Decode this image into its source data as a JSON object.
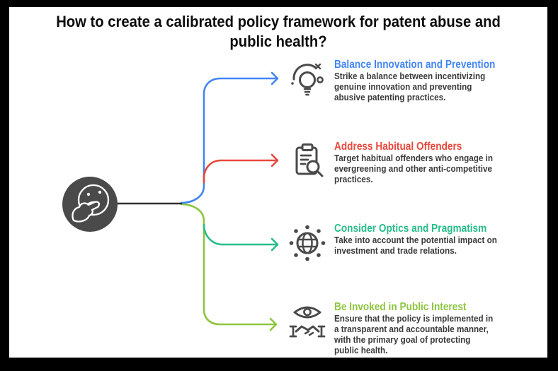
{
  "title": {
    "lines": [
      "How to create a calibrated policy framework for patent abuse and",
      "public health?"
    ],
    "full": "How to create a calibrated policy framework for patent abuse and public health?"
  },
  "colors": {
    "blue": "#4285F4",
    "red": "#E8483D",
    "teal": "#27BD8B",
    "green": "#8DC63F",
    "icon_gray": "#4A4A4A",
    "node_gray": "#4A4A4A",
    "connector_black": "#2F2F2F",
    "body_text": "#3A3A3A",
    "title_text": "#0B0B0B"
  },
  "center_node": {
    "icon": "thinking-face-icon"
  },
  "branches": [
    {
      "heading": "Balance Innovation and Prevention",
      "color": "blue",
      "icon": "lightbulb-innovation-icon",
      "description": "Strike a balance between incentivizing genuine innovation and preventing abusive patenting practices.",
      "description_lines": [
        "Strike a balance between incentivizing",
        "genuine innovation and preventing",
        "abusive patenting practices."
      ]
    },
    {
      "heading": "Address Habitual Offenders",
      "color": "red",
      "icon": "clipboard-search-icon",
      "description": "Target habitual offenders who engage in evergreening and other anti-competitive practices.",
      "description_lines": [
        "Target habitual offenders who engage in",
        "evergreening and other anti-competitive",
        "practices."
      ]
    },
    {
      "heading": "Consider Optics and Pragmatism",
      "color": "teal",
      "icon": "globe-network-icon",
      "description": "Take into account the potential impact on investment and trade relations.",
      "description_lines": [
        "Take into account the potential impact on",
        "investment and trade relations."
      ]
    },
    {
      "heading": "Be Invoked in Public Interest",
      "color": "green",
      "icon": "eye-handshake-icon",
      "description": "Ensure that the policy is implemented in a transparent and accountable manner, with the primary goal of protecting public health.",
      "description_lines": [
        "Ensure that the policy is implemented in",
        "a transparent and accountable manner,",
        "with the primary goal of protecting",
        "public health."
      ]
    }
  ]
}
